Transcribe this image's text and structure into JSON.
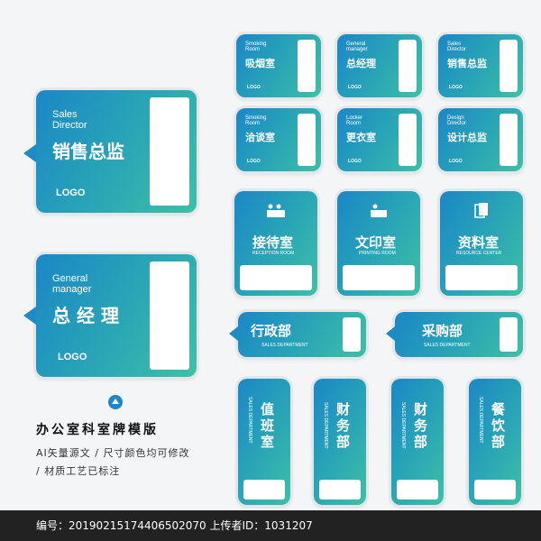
{
  "large_signs": [
    {
      "en_line1": "Sales",
      "en_line2": "Director",
      "cn": "销售总监",
      "logo": "LOGO"
    },
    {
      "en_line1": "General",
      "en_line2": "manager",
      "cn": "总 经 理",
      "logo": "LOGO"
    }
  ],
  "small_signs": [
    {
      "en_line1": "Smoking",
      "en_line2": "Room",
      "cn": "吸烟室",
      "logo": "LOGO"
    },
    {
      "en_line1": "General",
      "en_line2": "manager",
      "cn": "总经理",
      "logo": "LOGO"
    },
    {
      "en_line1": "Sales",
      "en_line2": "Director",
      "cn": "销售总监",
      "logo": "LOGO"
    },
    {
      "en_line1": "Smoking",
      "en_line2": "Room",
      "cn": "洽谈室",
      "logo": "LOGO"
    },
    {
      "en_line1": "Locker",
      "en_line2": "Room",
      "cn": "更衣室",
      "logo": "LOGO"
    },
    {
      "en_line1": "Design",
      "en_line2": "Director",
      "cn": "设计总监",
      "logo": "LOGO"
    }
  ],
  "icon_signs": [
    {
      "cn": "接待室",
      "en": "RECEPTION ROOM",
      "icon": "reception-desk-icon"
    },
    {
      "cn": "文印室",
      "en": "PRINTING ROOM",
      "icon": "printer-icon"
    },
    {
      "cn": "资料室",
      "en": "RESOURCE CENTER",
      "icon": "documents-icon"
    }
  ],
  "wide_signs": [
    {
      "cn": "行政部",
      "en": "SALES DEPARTMENT"
    },
    {
      "cn": "采购部",
      "en": "SALES DEPARTMENT"
    }
  ],
  "vertical_signs": [
    {
      "cn": "值班室",
      "en": "SALES DEPARTMENT"
    },
    {
      "cn": "财务部",
      "en": "SALES DEPARTMENT"
    },
    {
      "cn": "财务部",
      "en": "SALES DEPARTMENT"
    },
    {
      "cn": "餐饮部",
      "en": "SALES DEPARTMENT"
    }
  ],
  "caption": {
    "title": "办公室科室牌模版",
    "line1": "AI矢量源文 / 尺寸颜色均可修改",
    "line2": "/ 材质工艺已标注"
  },
  "footer": {
    "text": "编号：20190215174406502070  上传者ID：1031207"
  },
  "colors": {
    "gradient_start": "#1b87c6",
    "gradient_end": "#3fc0a6",
    "frame": "#e4e7ea"
  }
}
